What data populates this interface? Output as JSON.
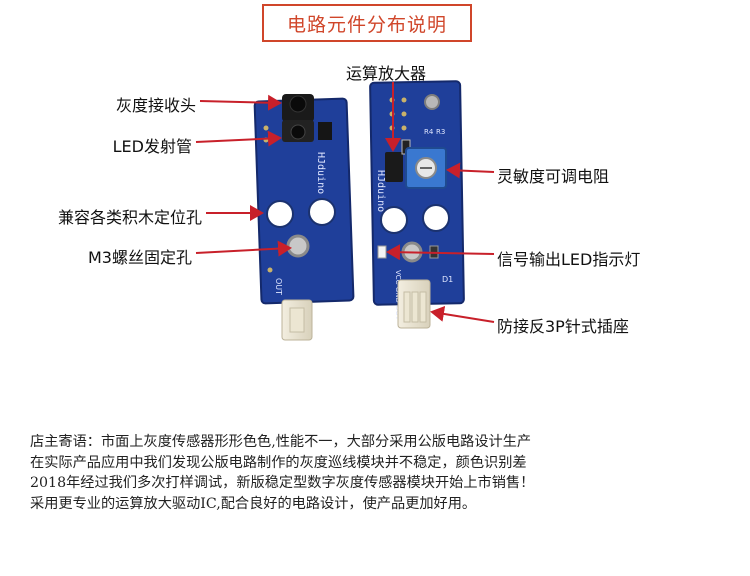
{
  "title": "电路元件分布说明",
  "labels": {
    "gray_receiver": "灰度接收头",
    "led_emitter": "LED发射管",
    "mounting_holes": "兼容各类积木定位孔",
    "m3_hole": "M3螺丝固定孔",
    "op_amp": "运算放大器",
    "potentiometer": "灵敏度可调电阻",
    "signal_led": "信号输出LED指示灯",
    "connector": "防接反3P针式插座"
  },
  "board_silkscreen": {
    "left_brand": "HJduino",
    "left_pins": "OUT",
    "right_brand": "HJduino",
    "right_pins": "VCC GND OUT",
    "r4": "R4",
    "r3": "R3",
    "d1": "D1"
  },
  "shop_note": "店主寄语：市面上灰度传感器形形色色,性能不一，大部分采用公版电路设计生产\n在实际产品应用中我们发现公版电路制作的灰度巡线模块并不稳定，颜色识别差\n2018年经过我们多次打样调试，新版稳定型数字灰度传感器模块开始上市销售！\n采用更专业的运算放大驱动IC,配合良好的电路设计，使产品更加好用。",
  "colors": {
    "title": "#d0462a",
    "pcb": "#1f3f9a",
    "pcb_edge": "#2b52b8",
    "arrow": "#c8202a",
    "pot": "#3a78d0"
  }
}
